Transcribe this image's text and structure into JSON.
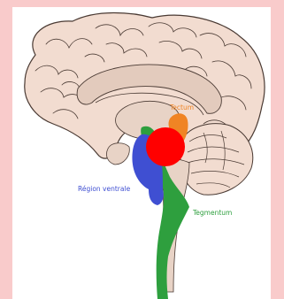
{
  "labels": {
    "tectum": "Tectum",
    "region_ventrale": "Région ventrale",
    "tegmentum": "Tegmentum"
  },
  "colors": {
    "background": "#f9cbcb",
    "panel": "#ffffff",
    "cortex_fill": "#f2dcd0",
    "cortex_outline": "#4a3a33",
    "inner_fill": "#e3cbbd",
    "tectum": "#f08424",
    "region_ventrale": "#3f4fd2",
    "tegmentum": "#2e9f3e",
    "marker": "#ff0000"
  }
}
